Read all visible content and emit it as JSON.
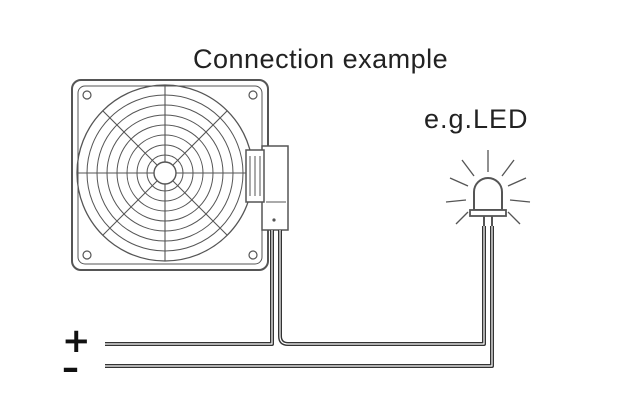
{
  "diagram": {
    "title": "Connection example",
    "led_label": "e.g.LED",
    "terminals": {
      "positive": "+",
      "negative": "–"
    },
    "components": [
      "fan",
      "thermostat-switch",
      "led",
      "wires"
    ]
  }
}
